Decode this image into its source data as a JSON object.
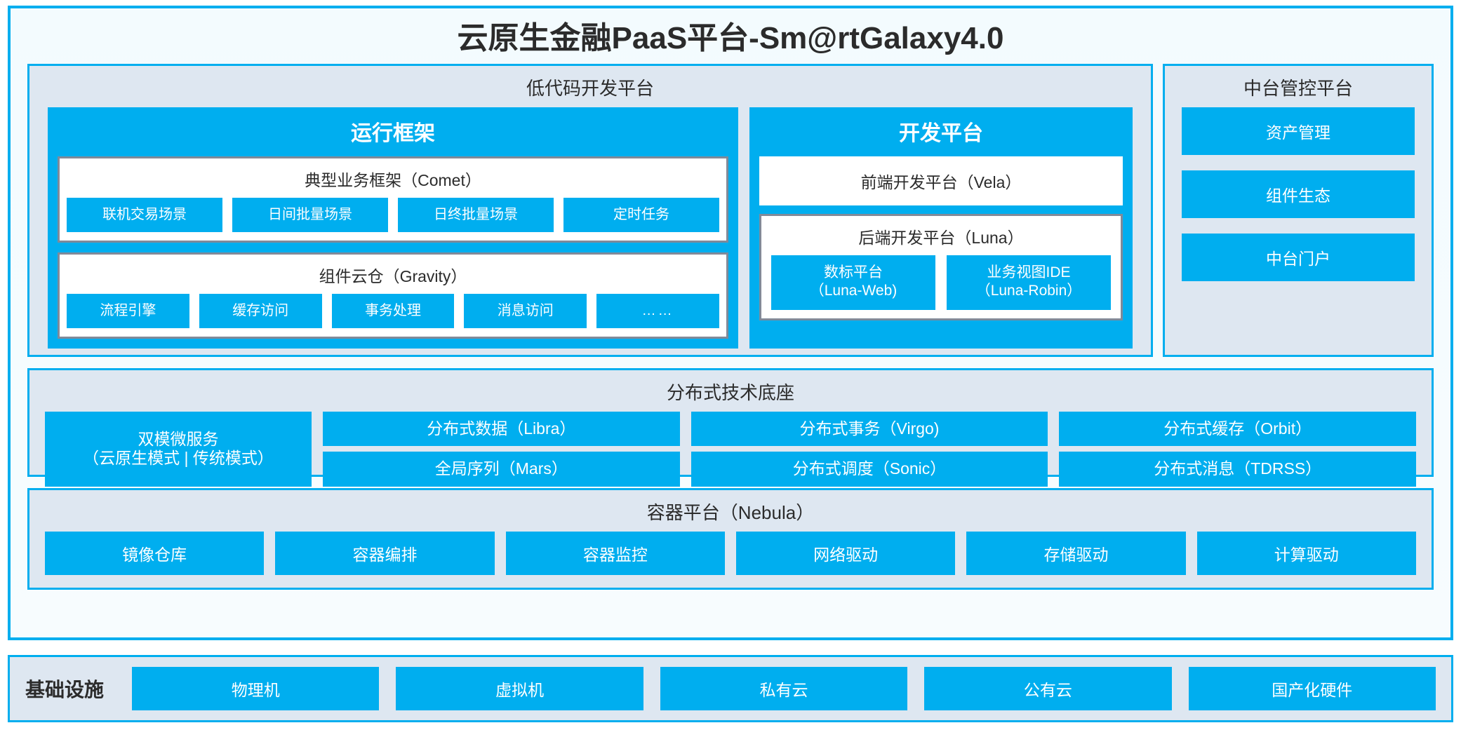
{
  "platform": {
    "title": "云原生金融PaaS平台-Sm@rtGalaxy4.0"
  },
  "colors": {
    "accent_blue": "#00AEEF",
    "panel_bg": "#DEE7F1",
    "frame_bg": "#F5FBFE",
    "group_border_gray": "#808A99",
    "text_dark": "#2B2B2B",
    "text_on_blue": "#FFFFFF"
  },
  "lowcode": {
    "title": "低代码开发平台",
    "runtime": {
      "title": "运行框架",
      "groups": [
        {
          "title": "典型业务框架（Comet）",
          "chips": [
            "联机交易场景",
            "日间批量场景",
            "日终批量场景",
            "定时任务"
          ]
        },
        {
          "title": "组件云仓（Gravity）",
          "chips": [
            "流程引擎",
            "缓存访问",
            "事务处理",
            "消息访问",
            "……"
          ]
        }
      ]
    },
    "devplatform": {
      "title": "开发平台",
      "frontend": "前端开发平台（Vela）",
      "backend": {
        "title": "后端开发平台（Luna）",
        "chips": [
          {
            "line1": "数标平台",
            "line2": "（Luna-Web)"
          },
          {
            "line1": "业务视图IDE",
            "line2": "（Luna-Robin）"
          }
        ]
      }
    }
  },
  "midmanage": {
    "title": "中台管控平台",
    "items": [
      "资产管理",
      "组件生态",
      "中台门户"
    ]
  },
  "distributed": {
    "title": "分布式技术底座",
    "wide_chip": {
      "line1": "双模微服务",
      "line2": "（云原生模式 | 传统模式）"
    },
    "columns": [
      [
        "分布式数据（Libra）",
        "全局序列（Mars）"
      ],
      [
        "分布式事务（Virgo)",
        "分布式调度（Sonic）"
      ],
      [
        "分布式缓存（Orbit）",
        "分布式消息（TDRSS）"
      ]
    ]
  },
  "containerplatform": {
    "title": "容器平台（Nebula）",
    "items": [
      "镜像仓库",
      "容器编排",
      "容器监控",
      "网络驱动",
      "存储驱动",
      "计算驱动"
    ]
  },
  "infrastructure": {
    "label": "基础设施",
    "items": [
      "物理机",
      "虚拟机",
      "私有云",
      "公有云",
      "国产化硬件"
    ]
  }
}
